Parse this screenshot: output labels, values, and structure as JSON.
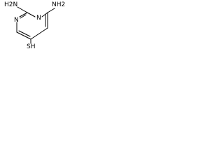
{
  "molecule": {
    "labels": {
      "amino_left": "H2N",
      "amino_right": "NH2",
      "ring_n_left": "N",
      "ring_n_right": "N",
      "thiol": "SH"
    }
  }
}
